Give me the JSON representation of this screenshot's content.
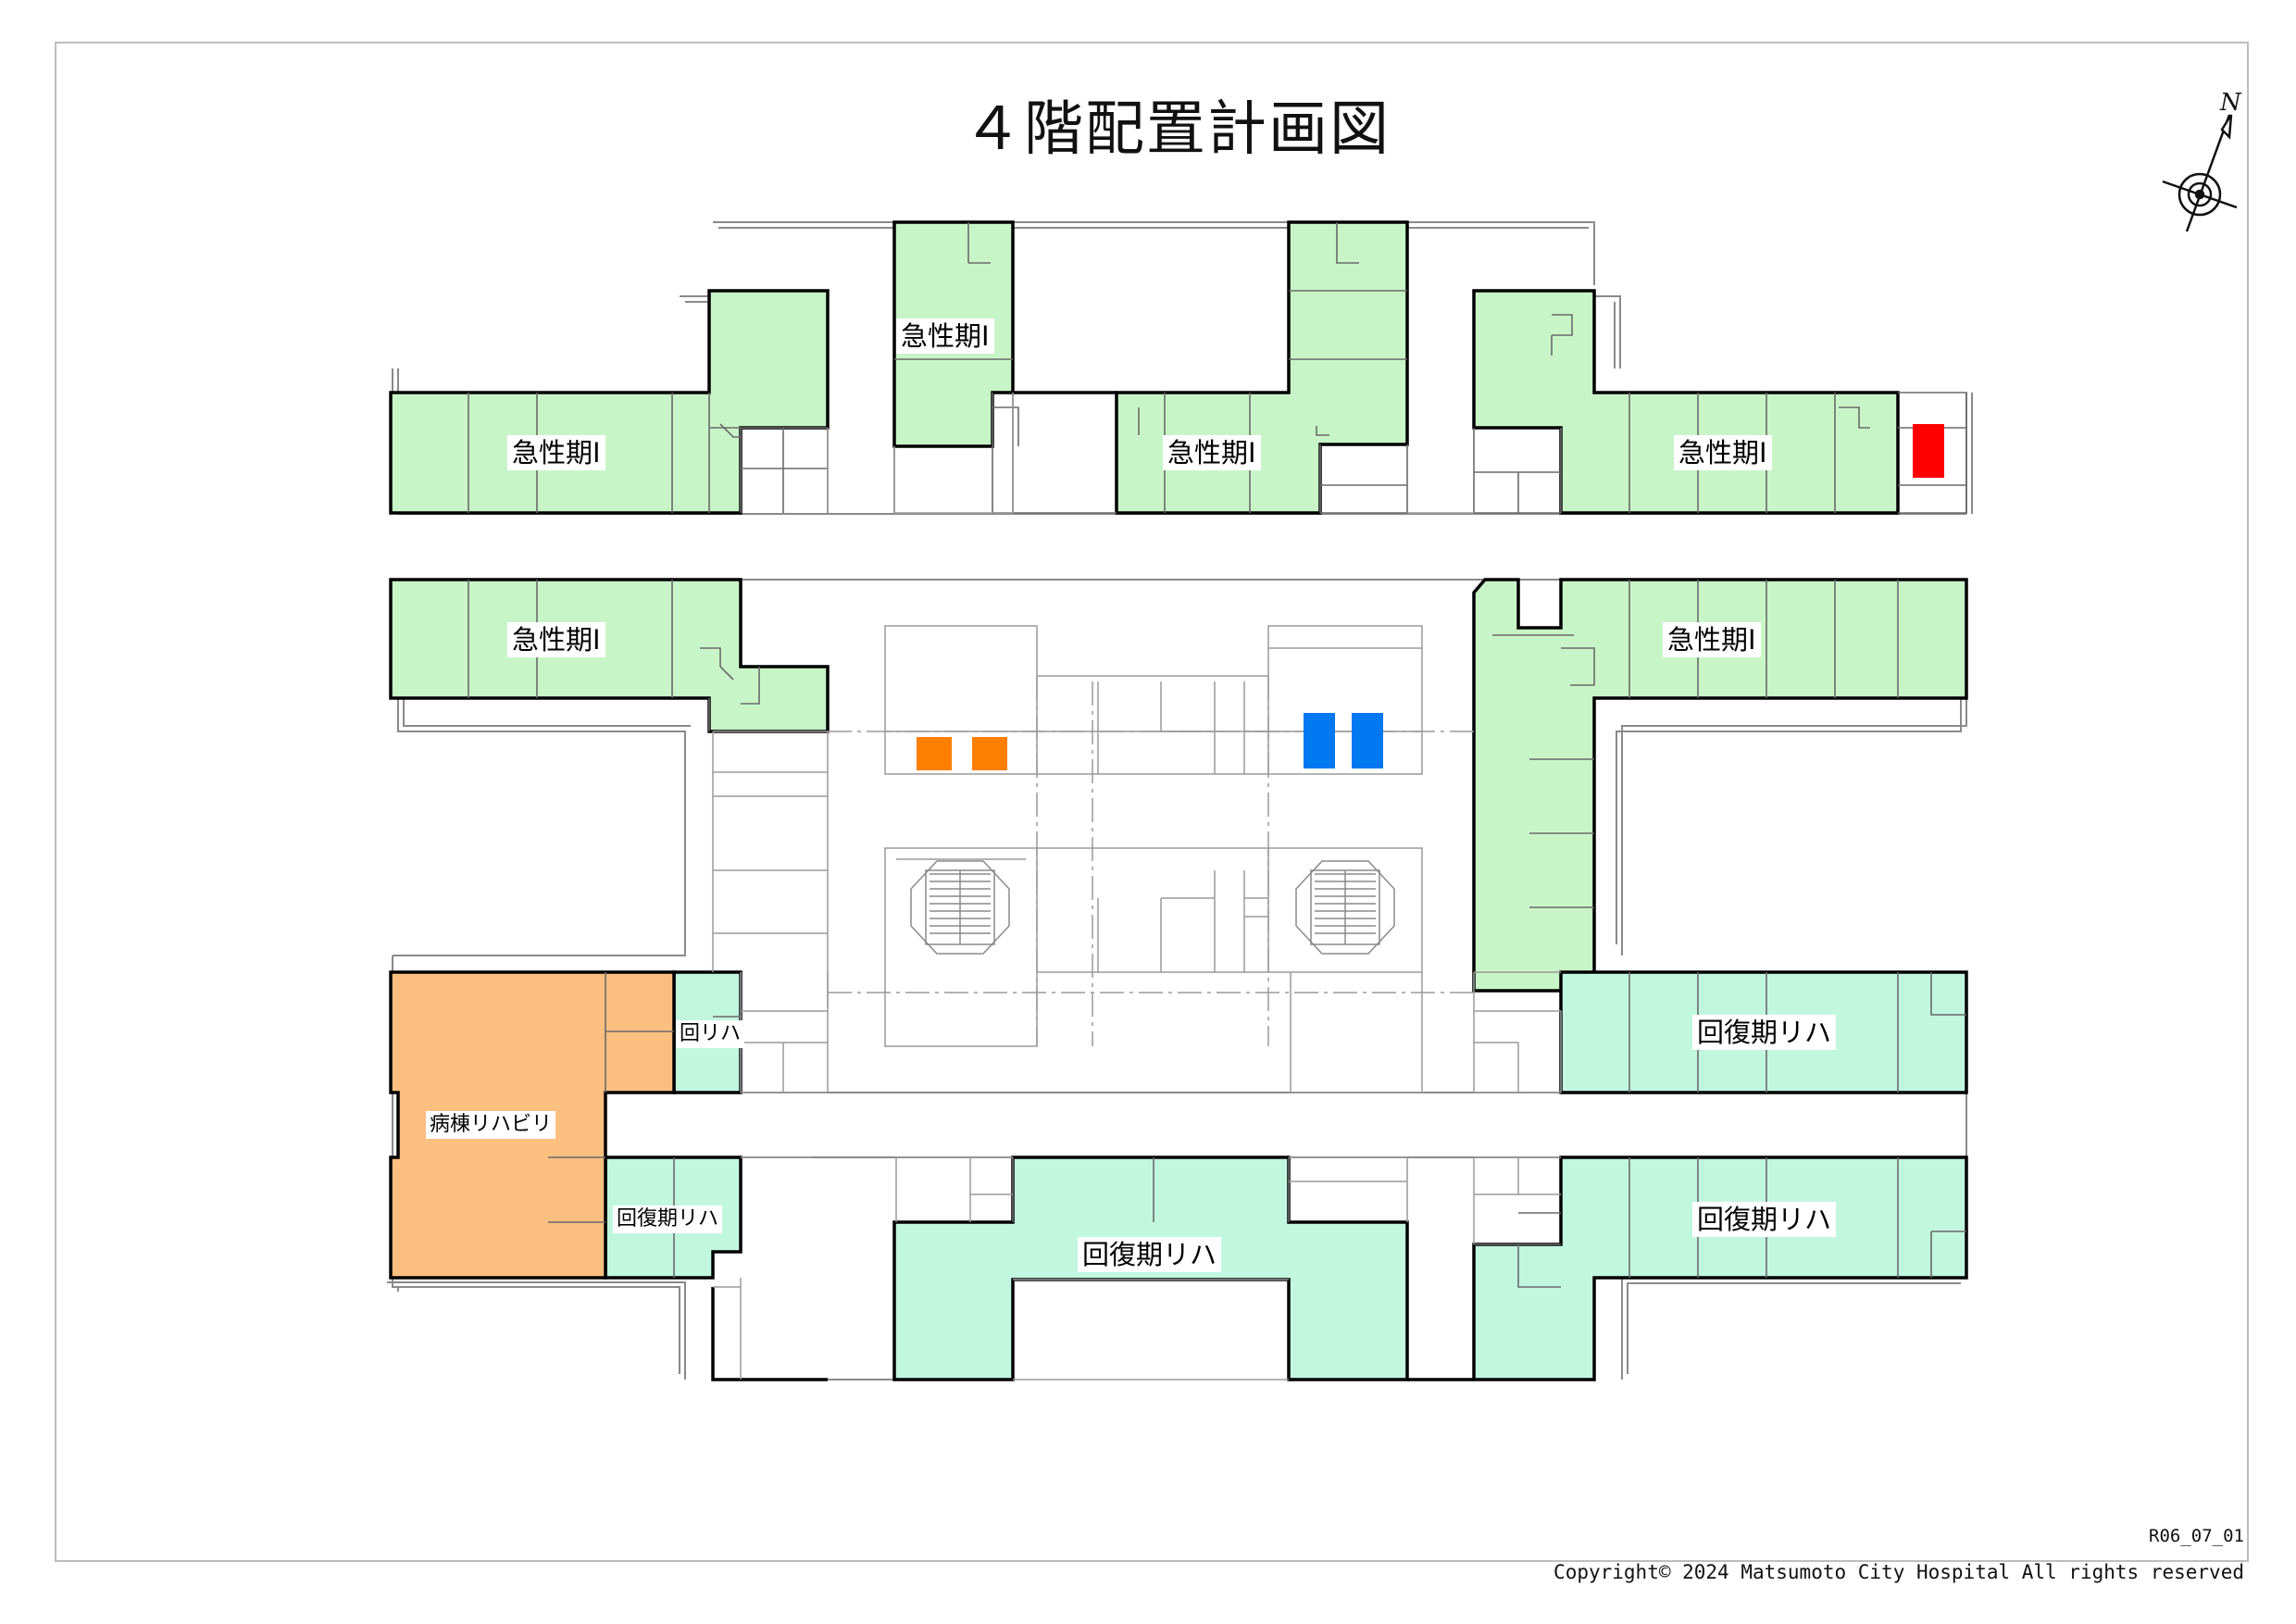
{
  "title": "４階配置計画図",
  "compass": {
    "north_label": "N"
  },
  "colors": {
    "acute": "#c8f5c8",
    "recovery_rehab": "#c2f7df",
    "ward_rehab": "#fbbf80",
    "marker_red": "#ff0000",
    "marker_orange": "#ff7f00",
    "marker_blue": "#0078f0"
  },
  "zones": {
    "acute_nw_top": "急性期Ⅰ",
    "acute_n_left": "急性期Ⅰ",
    "acute_n_center": "急性期Ⅰ",
    "acute_ne_top": "急性期Ⅰ",
    "acute_nw_low": "急性期Ⅰ",
    "acute_ne_low": "急性期Ⅰ",
    "rehab_small": "回リハ",
    "ward_rehab": "病棟リハビリ",
    "rehab_sw": "回復期リハ",
    "rehab_s_center": "回復期リハ",
    "rehab_e_upper": "回復期リハ",
    "rehab_e_lower": "回復期リハ"
  },
  "footer": {
    "code": "R06_07_01",
    "copyright": "Copyright© 2024 Matsumoto City Hospital All rights reserved"
  }
}
